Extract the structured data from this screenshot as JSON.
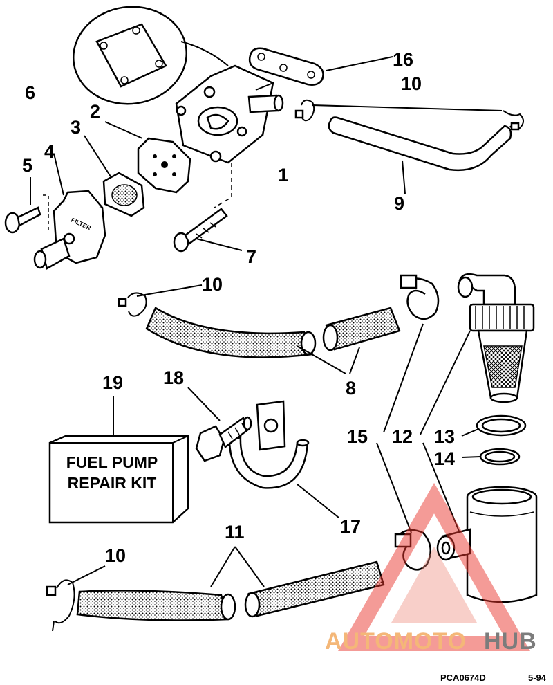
{
  "callouts": {
    "c1": "1",
    "c2": "2",
    "c3": "3",
    "c4": "4",
    "c5": "5",
    "c6": "6",
    "c7": "7",
    "c8": "8",
    "c9": "9",
    "c10a": "10",
    "c10b": "10",
    "c10c": "10",
    "c11": "11",
    "c12": "12",
    "c13": "13",
    "c14": "14",
    "c15": "15",
    "c16": "16",
    "c17": "17",
    "c18": "18",
    "c19": "19"
  },
  "kit_box": {
    "line1": "FUEL PUMP",
    "line2": "REPAIR KIT"
  },
  "filter_label": "FILTER",
  "figure_code": "PCA0674D",
  "figure_date": "5-94",
  "watermark": {
    "part1": "AUTOMOTO",
    "part2": "HUB",
    "accent_color": "#e8352c",
    "accent_light": "#f3b06a",
    "gray": "#6e6e6e"
  }
}
